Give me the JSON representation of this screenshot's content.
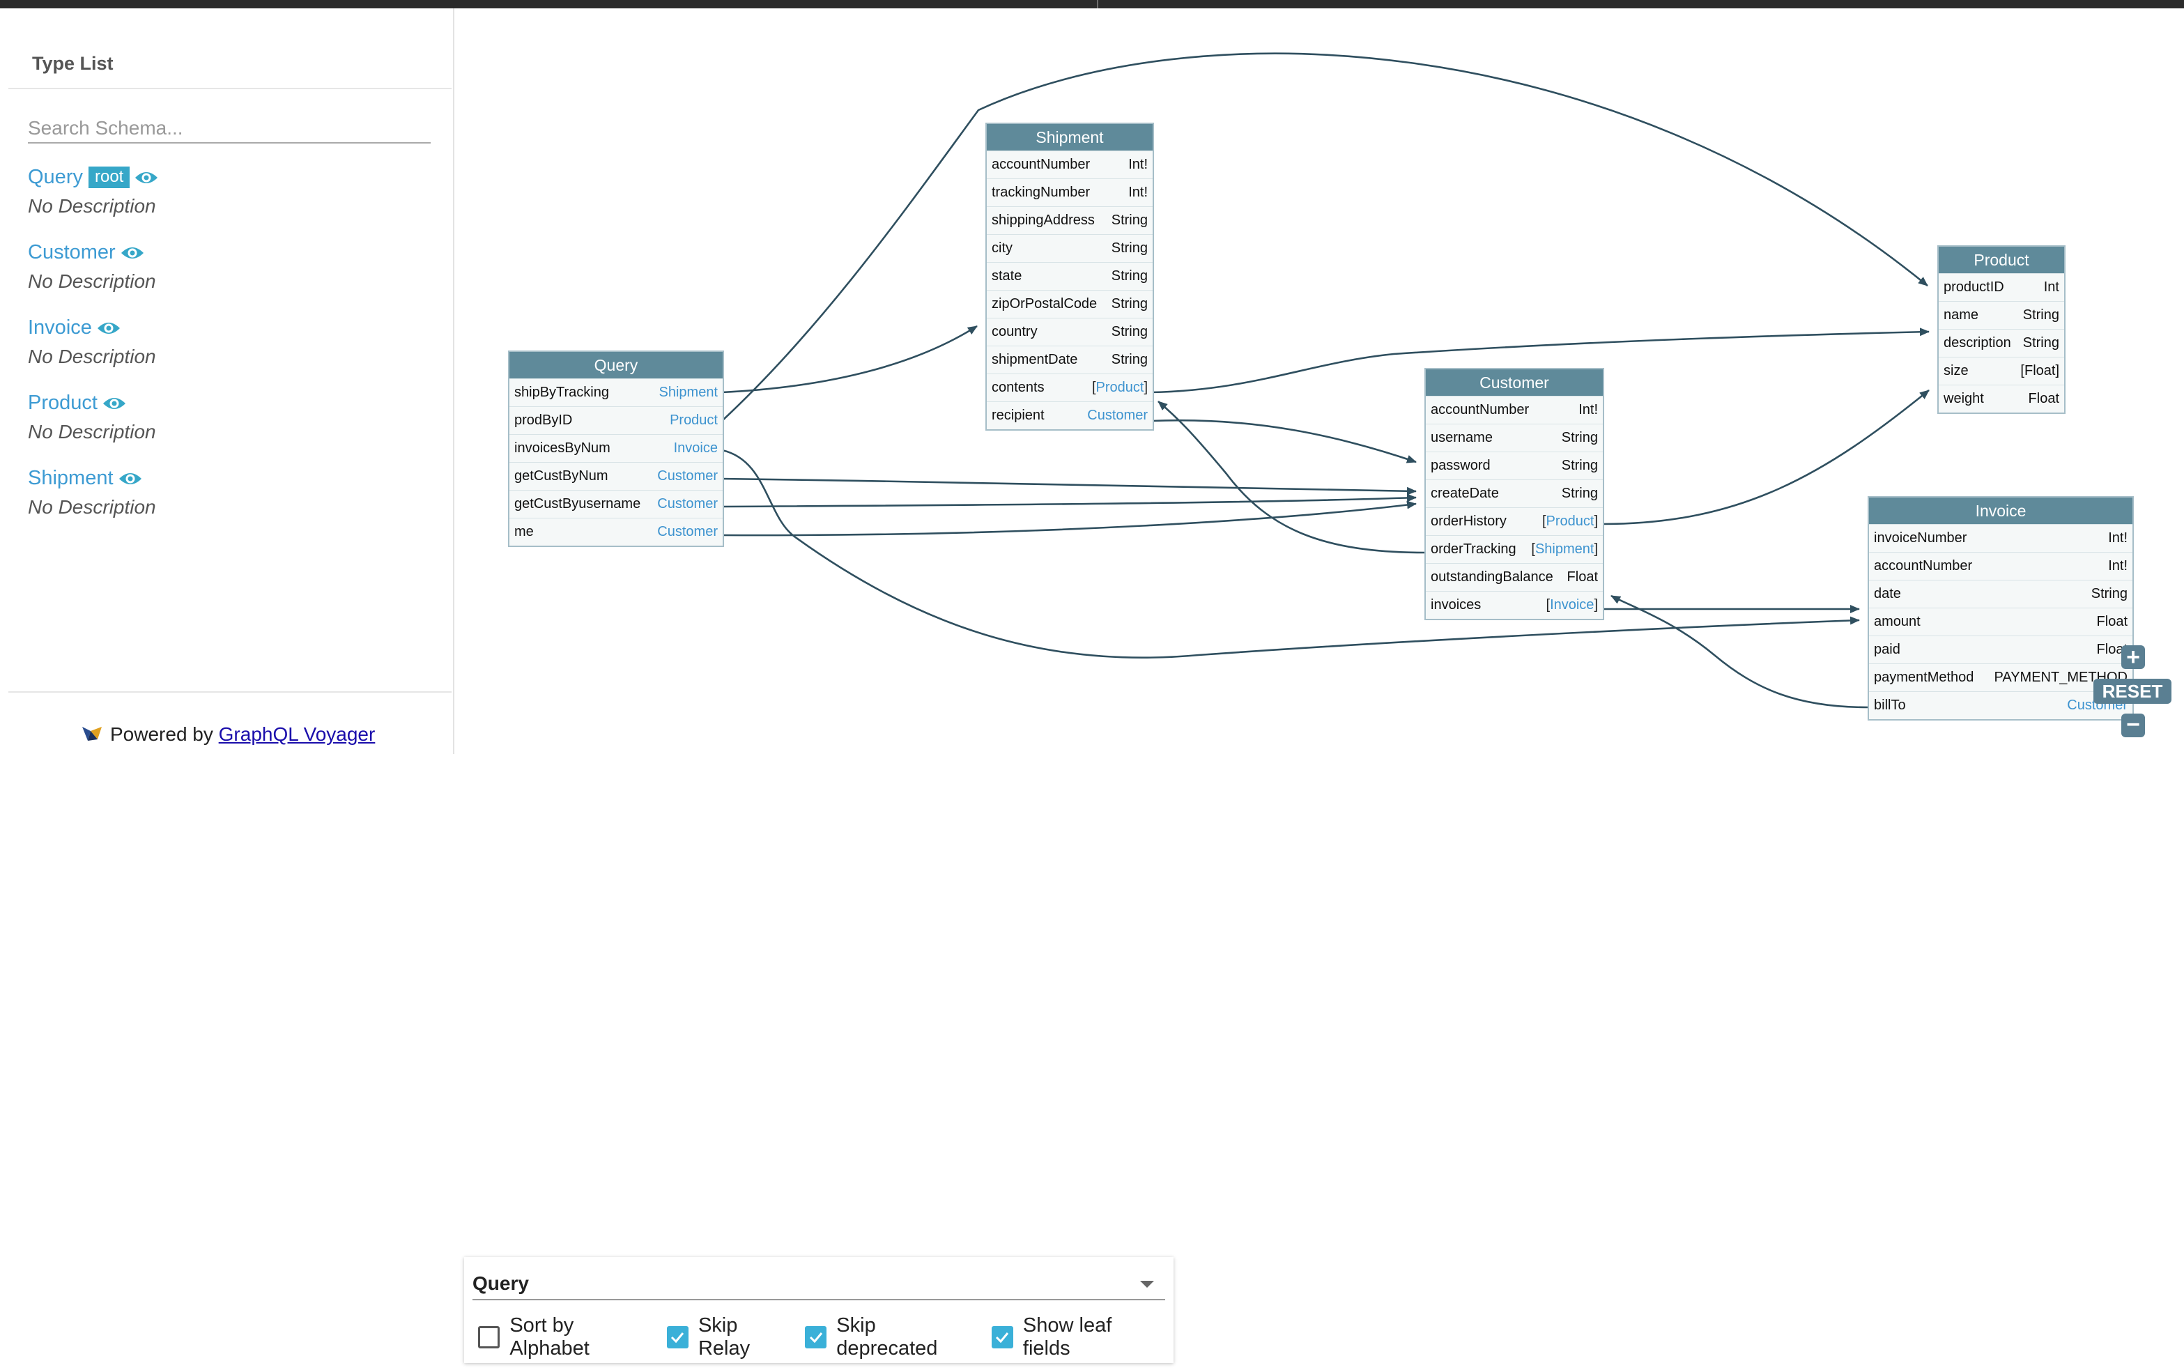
{
  "sidebar": {
    "title": "Type List",
    "search_placeholder": "Search Schema...",
    "types": [
      {
        "name": "Query",
        "badge": "root",
        "description": "No Description"
      },
      {
        "name": "Customer",
        "description": "No Description"
      },
      {
        "name": "Invoice",
        "description": "No Description"
      },
      {
        "name": "Product",
        "description": "No Description"
      },
      {
        "name": "Shipment",
        "description": "No Description"
      }
    ],
    "powered_by": "Powered by",
    "powered_link": "GraphQL Voyager"
  },
  "graph": {
    "nodes": {
      "query": {
        "title": "Query",
        "fields": [
          {
            "name": "shipByTracking",
            "type": "Shipment",
            "link": true
          },
          {
            "name": "prodByID",
            "type": "Product",
            "link": true
          },
          {
            "name": "invoicesByNum",
            "type": "Invoice",
            "link": true
          },
          {
            "name": "getCustByNum",
            "type": "Customer",
            "link": true
          },
          {
            "name": "getCustByusername",
            "type": "Customer",
            "link": true
          },
          {
            "name": "me",
            "type": "Customer",
            "link": true
          }
        ]
      },
      "shipment": {
        "title": "Shipment",
        "fields": [
          {
            "name": "accountNumber",
            "type": "Int!"
          },
          {
            "name": "trackingNumber",
            "type": "Int!"
          },
          {
            "name": "shippingAddress",
            "type": "String"
          },
          {
            "name": "city",
            "type": "String"
          },
          {
            "name": "state",
            "type": "String"
          },
          {
            "name": "zipOrPostalCode",
            "type": "String"
          },
          {
            "name": "country",
            "type": "String"
          },
          {
            "name": "shipmentDate",
            "type": "String"
          },
          {
            "name": "contents",
            "type": "Product",
            "link": true,
            "list": true
          },
          {
            "name": "recipient",
            "type": "Customer",
            "link": true
          }
        ]
      },
      "customer": {
        "title": "Customer",
        "fields": [
          {
            "name": "accountNumber",
            "type": "Int!"
          },
          {
            "name": "username",
            "type": "String"
          },
          {
            "name": "password",
            "type": "String"
          },
          {
            "name": "createDate",
            "type": "String"
          },
          {
            "name": "orderHistory",
            "type": "Product",
            "link": true,
            "list": true
          },
          {
            "name": "orderTracking",
            "type": "Shipment",
            "link": true,
            "list": true
          },
          {
            "name": "outstandingBalance",
            "type": "Float"
          },
          {
            "name": "invoices",
            "type": "Invoice",
            "link": true,
            "list": true
          }
        ]
      },
      "product": {
        "title": "Product",
        "fields": [
          {
            "name": "productID",
            "type": "Int"
          },
          {
            "name": "name",
            "type": "String"
          },
          {
            "name": "description",
            "type": "String"
          },
          {
            "name": "size",
            "type": "[Float]"
          },
          {
            "name": "weight",
            "type": "Float"
          }
        ]
      },
      "invoice": {
        "title": "Invoice",
        "fields": [
          {
            "name": "invoiceNumber",
            "type": "Int!"
          },
          {
            "name": "accountNumber",
            "type": "Int!"
          },
          {
            "name": "date",
            "type": "String"
          },
          {
            "name": "amount",
            "type": "Float"
          },
          {
            "name": "paid",
            "type": "Float"
          },
          {
            "name": "paymentMethod",
            "type": "PAYMENT_METHOD"
          },
          {
            "name": "billTo",
            "type": "Customer",
            "link": true
          }
        ]
      }
    },
    "zoom": {
      "plus": "+",
      "reset": "RESET",
      "minus": "−"
    },
    "colors": {
      "header": "#5f8a9a",
      "edge": "#2f4f5f",
      "link": "#3d93cf"
    }
  },
  "panel": {
    "root_select": "Query",
    "options": [
      {
        "label": "Sort by Alphabet",
        "checked": false
      },
      {
        "label": "Skip Relay",
        "checked": true
      },
      {
        "label": "Skip deprecated",
        "checked": true
      },
      {
        "label": "Show leaf fields",
        "checked": true
      }
    ]
  }
}
